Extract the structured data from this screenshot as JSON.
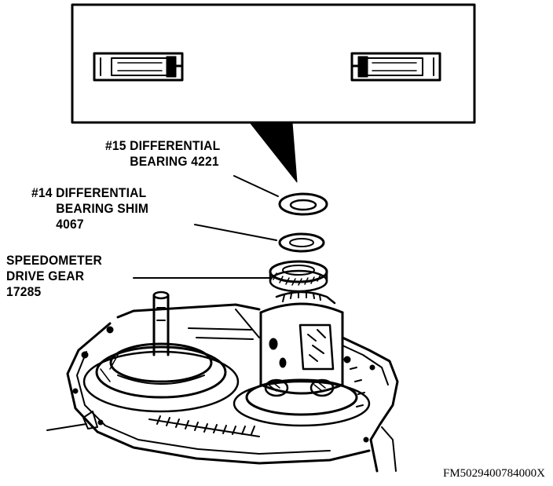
{
  "callouts": [
    {
      "id": "c15",
      "lines": [
        "#15 DIFFERENTIAL",
        "BEARING 4221"
      ]
    },
    {
      "id": "c14",
      "lines": [
        "#14 DIFFERENTIAL",
        "BEARING SHIM",
        "4067"
      ]
    },
    {
      "id": "speedo",
      "lines": [
        "SPEEDOMETER",
        "DRIVE GEAR",
        "17285"
      ]
    }
  ],
  "figure_code": "FM5029400784000X",
  "colors": {
    "ink": "#000000",
    "paper": "#ffffff"
  }
}
